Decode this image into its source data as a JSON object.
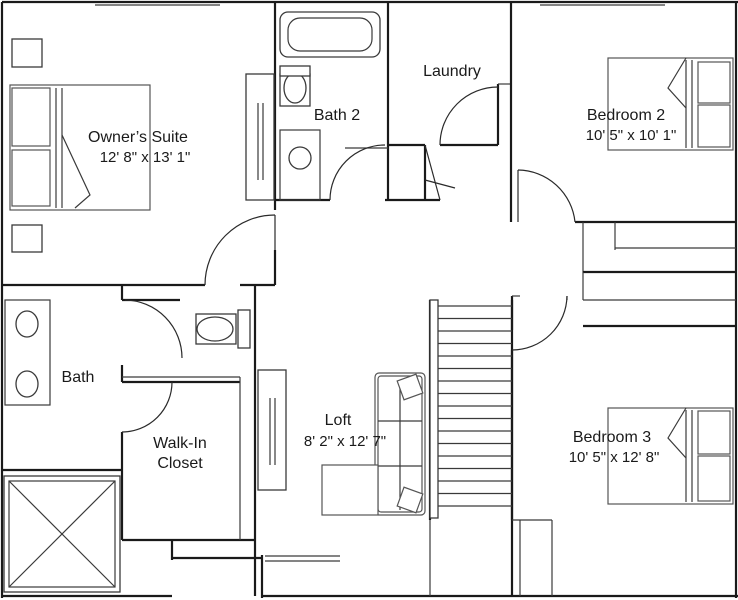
{
  "rooms": {
    "owners_suite": {
      "name": "Owner’s Suite",
      "dims": "12' 8\" x 13' 1\""
    },
    "bath2": {
      "name": "Bath 2"
    },
    "laundry": {
      "name": "Laundry"
    },
    "bedroom2": {
      "name": "Bedroom 2",
      "dims": "10' 5\" x 10' 1\""
    },
    "bath": {
      "name": "Bath"
    },
    "walk_in_closet": {
      "name_line1": "Walk-In",
      "name_line2": "Closet"
    },
    "loft": {
      "name": "Loft",
      "dims": "8' 2\" x 12' 7\""
    },
    "bedroom3": {
      "name": "Bedroom 3",
      "dims": "10' 5\" x 12' 8\""
    }
  }
}
